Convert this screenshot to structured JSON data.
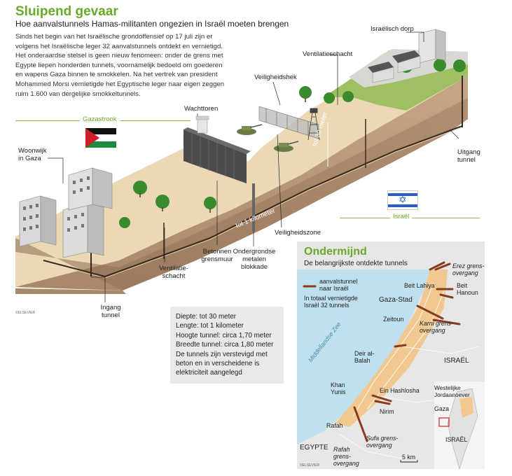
{
  "title": "Sluipend gevaar",
  "subtitle": "Hoe aanvalstunnels Hamas-militanten ongezien in Israël moeten brengen",
  "intro": "Sinds het begin van het Israëlische grondoffensief op 17 juli zijn er volgens het Israëlische leger 32 aanvalstunnels ontdekt en vernietigd. Het onderaardse stelsel is geen nieuw fenomeen: onder de grens met Egypte liepen honderden tunnels, voornamelijk bedoeld om goederen en wapens Gaza binnen te smokkelen. Na het vertrek van president Mohammed Morsi vernietigde het Egyptische leger naar eigen zeggen ruim 1.600 van dergelijke smokkeltunnels.",
  "regions": {
    "gaza": "Gazastrook",
    "israel": "Israël"
  },
  "labels": {
    "woonwijk": "Woonwijk in Gaza",
    "wachttoren": "Wachttoren",
    "veiligheidshek": "Veiligheidshek",
    "ventilatieschacht_top": "Ventilatieschacht",
    "israelisch_dorp": "Israëlisch dorp",
    "uitgang": "Uitgang tunnel",
    "tot30": "tot 30 meter",
    "tot1km": "tot 1 kilometer",
    "veiligheidszone": "Veiligheidszone",
    "ondergronds": "Ondergrondse metalen blokkade",
    "betonnen": "Betonnen grensmuur",
    "ventilatie_bottom": "Ventilatie-schacht",
    "ingang": "Ingang tunnel"
  },
  "facts": [
    "Diepte: tot 30 meter",
    "Lengte: tot 1 kilometer",
    "Hoogte tunnel: circa 1,70 meter",
    "Breedte tunnel: circa 1,80 meter",
    "De tunnels zijn verstevigd met",
    "beton en in verscheidene is",
    "elektriciteit aangelegd"
  ],
  "map": {
    "title": "Ondermijnd",
    "subtitle": "De belangrijkste ontdekte tunnels",
    "legend_tunnel": "aanvalstunnel naar Israël",
    "legend_total": "In totaal vernietigde Israël 32 tunnels",
    "places": {
      "erez": "Erez grens-overgang",
      "beit_lahiya": "Beit Lahiya",
      "beit_hanoun": "Beit Hanoun",
      "gaza_stad": "Gaza-Stad",
      "zeitoun": "Zeitoun",
      "karni": "Karni grens-overgang",
      "middellandse": "Middellandse Zee",
      "deir": "Deir al-Balah",
      "israel": "ISRAËL",
      "khan_yunis": "Khan Yunis",
      "ein": "Ein Hashlosha",
      "nirim": "Nirim",
      "rafah": "Rafah",
      "egypte": "EGYPTE",
      "sufa": "Sufa grens-overgang",
      "rafah_grens": "Rafah grens-overgang",
      "scale": "5 km"
    },
    "inset": {
      "westbank": "Westelijke Jordaanoever",
      "gaza": "Gaza",
      "israel": "ISRAËL"
    }
  },
  "credit": "©ELSEVIER",
  "colors": {
    "accent_green": "#6aa82a",
    "tunnel": "#8a3a1e",
    "gaza_land": "#f0c890"
  }
}
